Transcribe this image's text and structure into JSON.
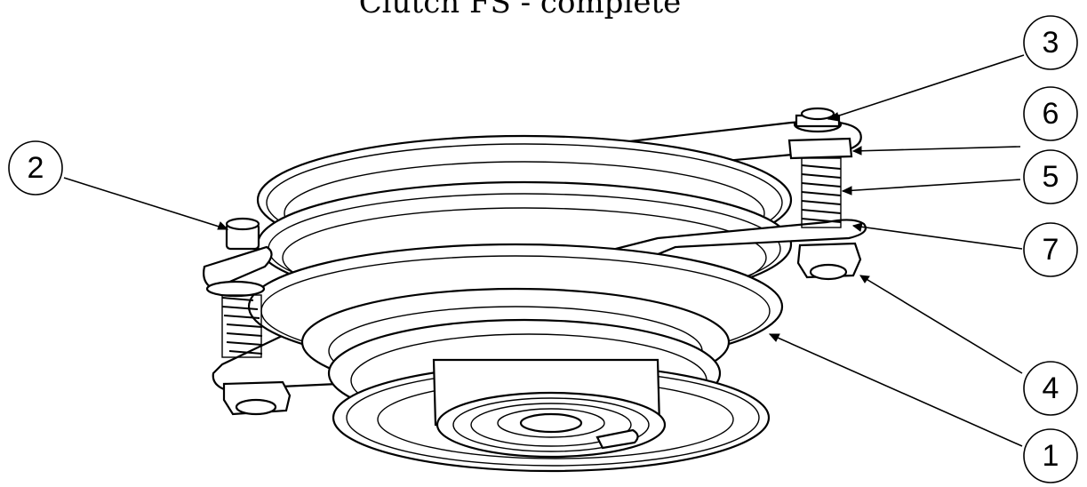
{
  "diagram": {
    "title": "Clutch FS - complete",
    "callouts": [
      {
        "id": "c3",
        "label": "3"
      },
      {
        "id": "c6",
        "label": "6"
      },
      {
        "id": "c2",
        "label": "2"
      },
      {
        "id": "c5",
        "label": "5"
      },
      {
        "id": "c7",
        "label": "7"
      },
      {
        "id": "c4",
        "label": "4"
      },
      {
        "id": "c1",
        "label": "1"
      }
    ]
  }
}
